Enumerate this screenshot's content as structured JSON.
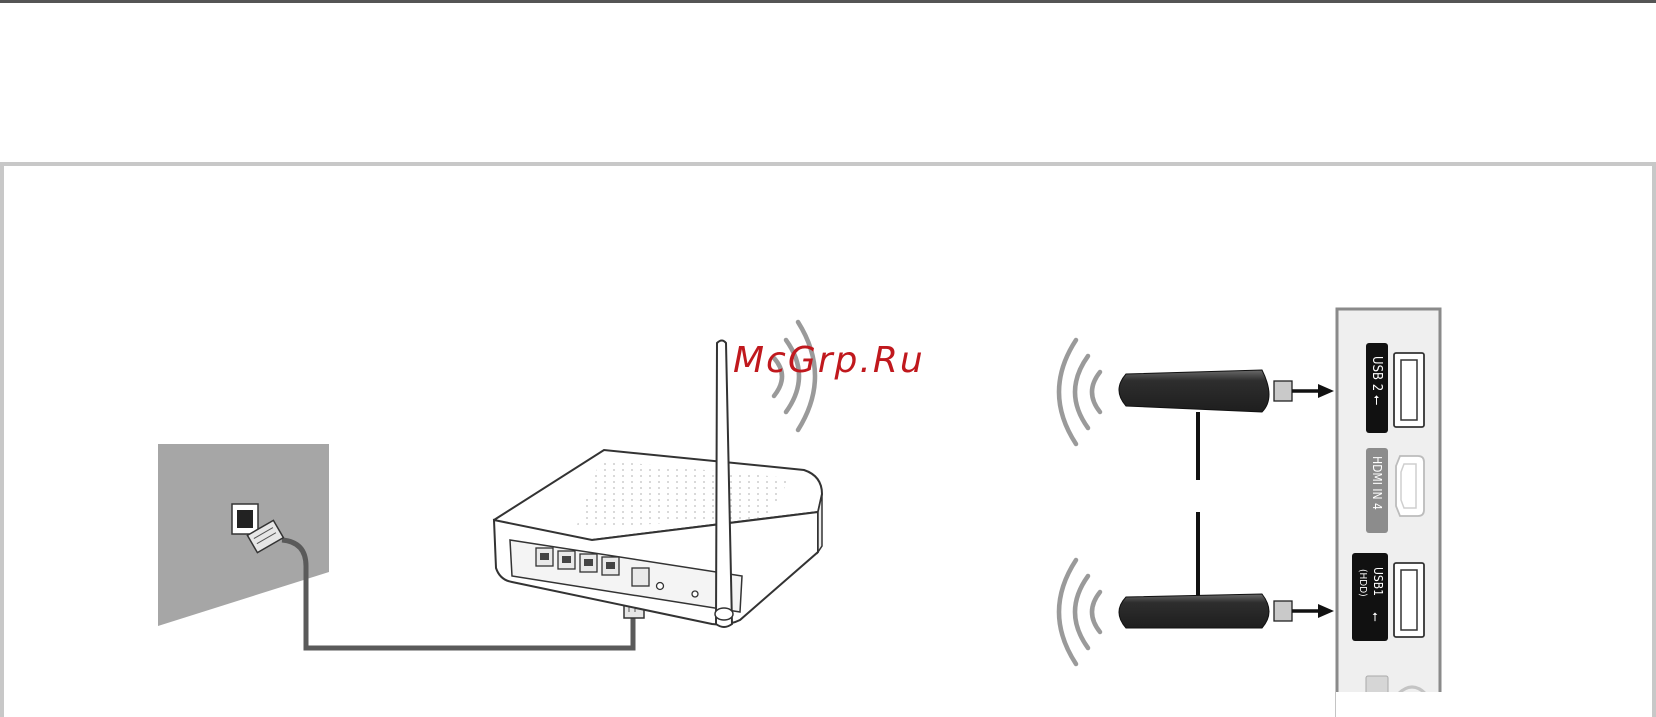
{
  "watermark": "McGrp.Ru",
  "tv_panel": {
    "usb2_label": "USB 2 ⭠",
    "hdmi_label": "HDMI IN 4",
    "usb1_label": "USB1",
    "usb1_sub": "(HDD)"
  },
  "colors": {
    "frame": "#c8c8c8",
    "cable": "#5a5a5a",
    "wall": "#a6a6a6",
    "dongle": "#2b2b2b",
    "watermark": "#c0181d",
    "port_label_bg": "#111111",
    "hdmi_label_bg": "#8c8c8c"
  }
}
